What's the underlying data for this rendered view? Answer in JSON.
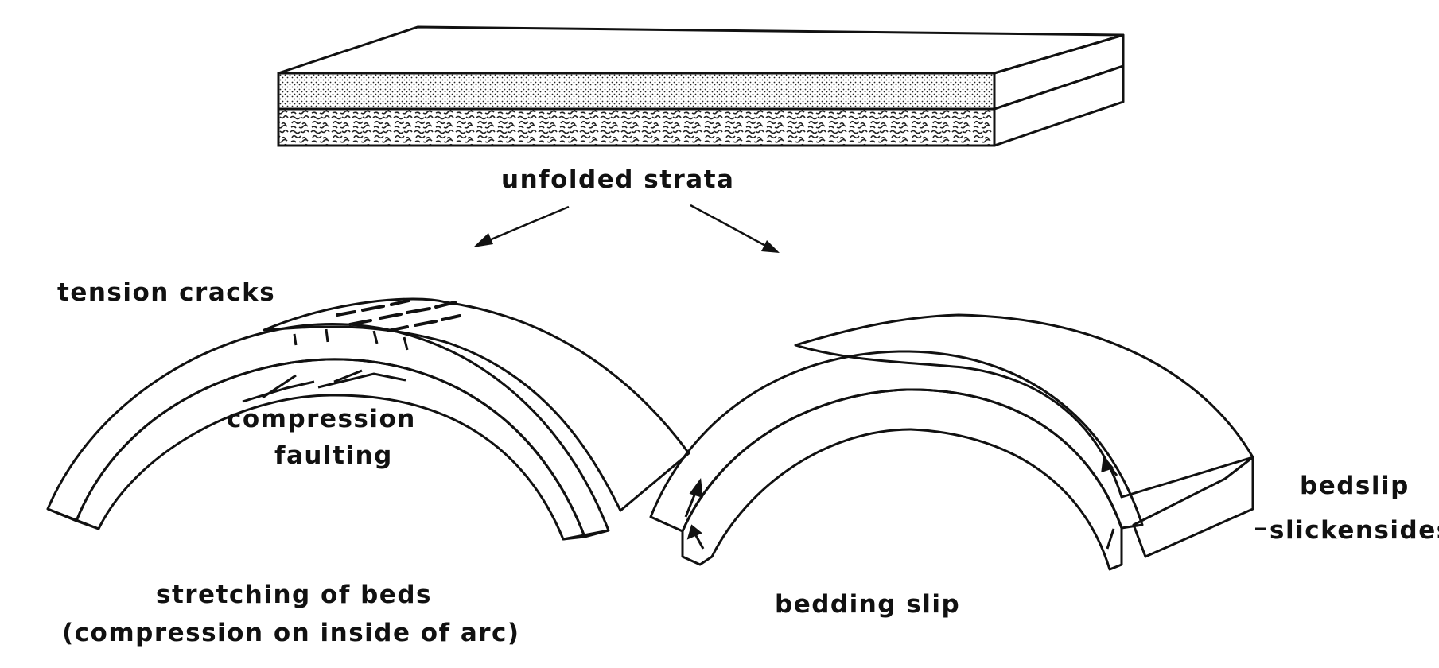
{
  "labels": {
    "unfolded": "unfolded strata",
    "tension_cracks": "tension cracks",
    "compression_faulting_1": "compression",
    "compression_faulting_2": "faulting",
    "stretching_1": "stretching of beds",
    "stretching_2": "(compression on inside of arc)",
    "bedding_slip": "bedding slip",
    "bedslip": "bedslip",
    "slickensides": "slickensides"
  },
  "colors": {
    "ink": "#111111",
    "paper": "#ffffff"
  }
}
